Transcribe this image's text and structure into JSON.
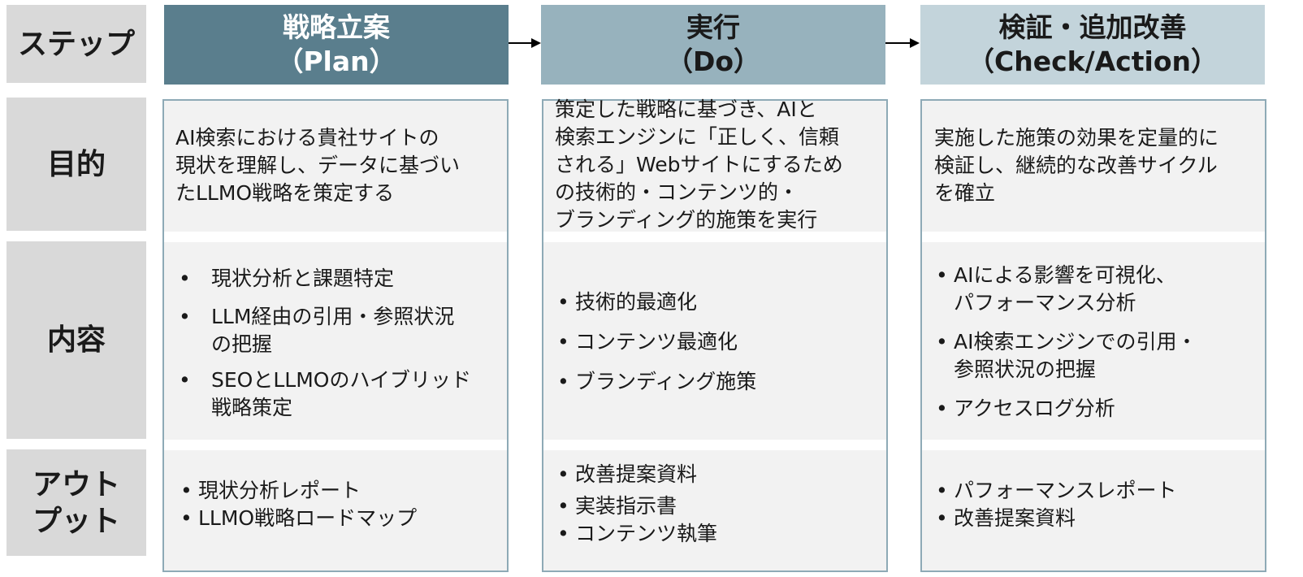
{
  "rows": {
    "step": "ステップ",
    "purpose": "目的",
    "content": "内容",
    "output": [
      "アウト",
      "プット"
    ]
  },
  "columns": [
    {
      "title": "戦略立案",
      "subtitle": "（Plan）",
      "header_bg": "#5a7e8d",
      "header_fg": "#ffffff",
      "purpose": [
        "AI検索における貴社サイトの",
        "現状を理解し、データに基づい",
        "たLLMO戦略を策定する"
      ],
      "content": [
        [
          "現状分析と課題特定"
        ],
        [
          "LLM経由の引用・参照状況",
          "の把握"
        ],
        [
          "SEOとLLMOのハイブリッド",
          "戦略策定"
        ]
      ],
      "output": [
        "現状分析レポート",
        "LLMO戦略ロードマップ"
      ]
    },
    {
      "title": "実行",
      "subtitle": "（Do）",
      "header_bg": "#97b2bd",
      "header_fg": "#1a1a1a",
      "purpose": [
        "策定した戦略に基づき、AIと",
        "検索エンジンに「正しく、信頼",
        "される」Webサイトにするため",
        "の技術的・コンテンツ的・",
        "ブランディング的施策を実行"
      ],
      "content": [
        [
          "技術的最適化"
        ],
        [
          "コンテンツ最適化"
        ],
        [
          "ブランディング施策"
        ]
      ],
      "output": [
        "改善提案資料",
        "実装指示書",
        "コンテンツ執筆"
      ]
    },
    {
      "title": "検証・追加改善",
      "subtitle": "（Check/Action）",
      "header_bg": "#c3d4db",
      "header_fg": "#1a1a1a",
      "purpose": [
        "実施した施策の効果を定量的に",
        "検証し、継続的な改善サイクル",
        "を確立"
      ],
      "content": [
        [
          "AIによる影響を可視化、",
          "パフォーマンス分析"
        ],
        [
          "AI検索エンジンでの引用・",
          "参照状況の把握"
        ],
        [
          "アクセスログ分析"
        ]
      ],
      "output": [
        "パフォーマンスレポート",
        "改善提案資料"
      ]
    }
  ],
  "bullet_symbol": "•",
  "colors": {
    "label_bg": "#d9d9d9",
    "cell_bg": "#f2f2f2",
    "border": "#8eaab6",
    "arrow": "#000000"
  }
}
